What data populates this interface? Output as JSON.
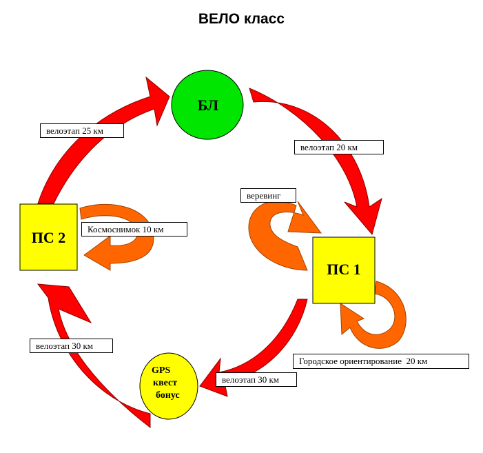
{
  "title": "ВЕЛО класс",
  "nodes": {
    "bl": {
      "label": "БЛ",
      "color": "#00e600"
    },
    "ps1": {
      "label": "ПС 1",
      "color": "#ffff00"
    },
    "ps2": {
      "label": "ПС 2",
      "color": "#ffff00"
    },
    "gps": {
      "line1": "GPS",
      "line2": "квест",
      "line3": "бонус",
      "color": "#ffff00"
    }
  },
  "stages": {
    "bl_to_ps1": "велоэтап 20 км",
    "ps1_to_gps": "велоэтап 30 км",
    "gps_to_ps2": "велоэтап 30 км",
    "ps2_to_bl": "велоэтап 25 км"
  },
  "loops": {
    "ps1_top": "веревинг",
    "ps1_bottom": "Городское ориентирование  20 км",
    "ps2": "Космоснимок 10 км"
  },
  "colors": {
    "main_arrow": "#ff0000",
    "loop_arrow": "#ff6600"
  }
}
